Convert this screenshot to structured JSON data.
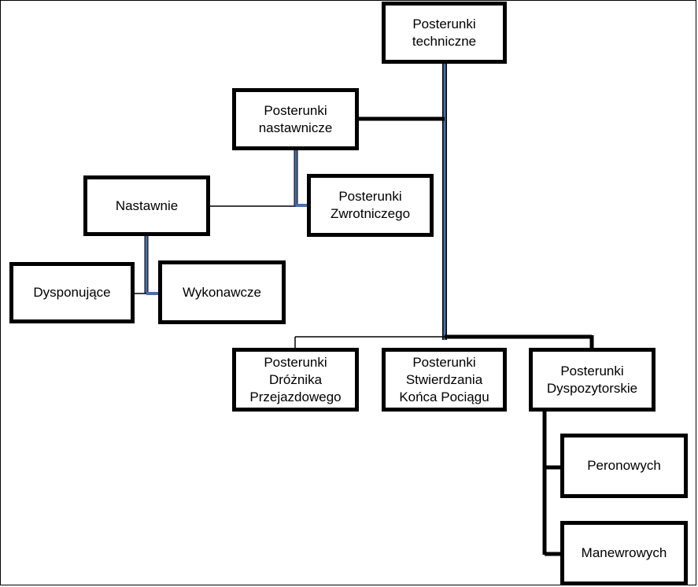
{
  "diagram": {
    "nodes": {
      "root": "Posterunki\ntechniczne",
      "nastawcze": "Posterunki\nnastawnicze",
      "nastawnie": "Nastawnie",
      "zwrotniczego": "Posterunki\nZwrotniczego",
      "dysponujace": "Dysponujące",
      "wykonawcze": "Wykonawcze",
      "droznika": "Posterunki\nDróżnika\nPrzejazdowego",
      "stwierdzania": "Posterunki\nStwierdzania\nKońca Pociągu",
      "dyspozytorskie": "Posterunki\nDyspozytorskie",
      "peronowych": "Peronowych",
      "manewrowych": "Manewrowych"
    },
    "colors": {
      "border": "#000000",
      "connector_dark": "#000000",
      "connector_accent": "#4a6fa5"
    }
  }
}
